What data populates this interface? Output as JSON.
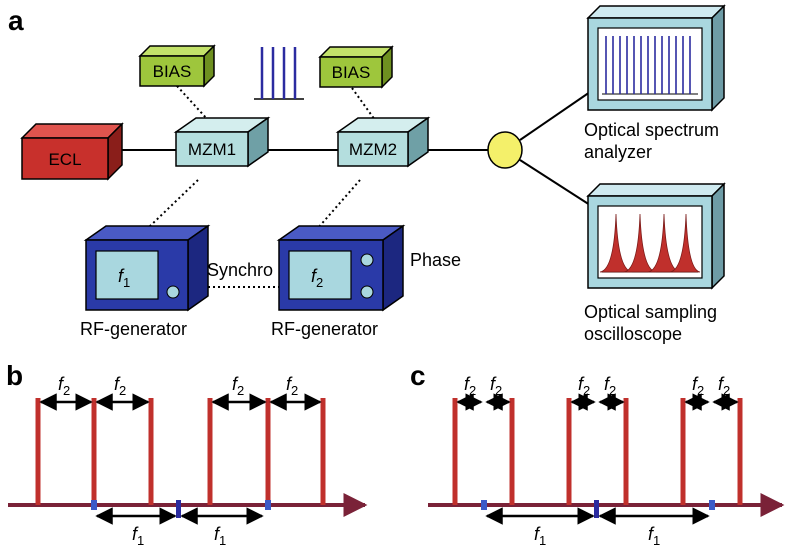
{
  "panels": {
    "a": "a",
    "b": "b",
    "c": "c"
  },
  "setup": {
    "ecl": "ECL",
    "bias1": "BIAS",
    "bias2": "BIAS",
    "mzm1": "MZM1",
    "mzm2": "MZM2",
    "rf1_freq_base": "f",
    "rf1_freq_sub": "1",
    "rf2_freq_base": "f",
    "rf2_freq_sub": "2",
    "synchro": "Synchro",
    "phase": "Phase",
    "rf1_label": "RF-generator",
    "rf2_label": "RF-generator",
    "osa_line1": "Optical spectrum",
    "osa_line2": "analyzer",
    "oso_line1": "Optical sampling",
    "oso_line2": "oscilloscope"
  },
  "spectrum_b": {
    "f2_base": "f",
    "f2_sub": "2",
    "f1_base": "f",
    "f1_sub": "1"
  },
  "spectrum_c": {
    "f2_base": "f",
    "f2_sub": "2",
    "f1_base": "f",
    "f1_sub": "1"
  },
  "colors": {
    "ecl": "#c8302c",
    "bias": "#9ec63c",
    "mzm": "#b4dede",
    "rf": "#2a3aa8",
    "instrument": "#a9d7df",
    "coupler": "#f4f06a",
    "spectral_line": "#c0302c",
    "axis": "#7a2238",
    "marker": "#3c5ac8",
    "comb": "#2b2ba0"
  }
}
